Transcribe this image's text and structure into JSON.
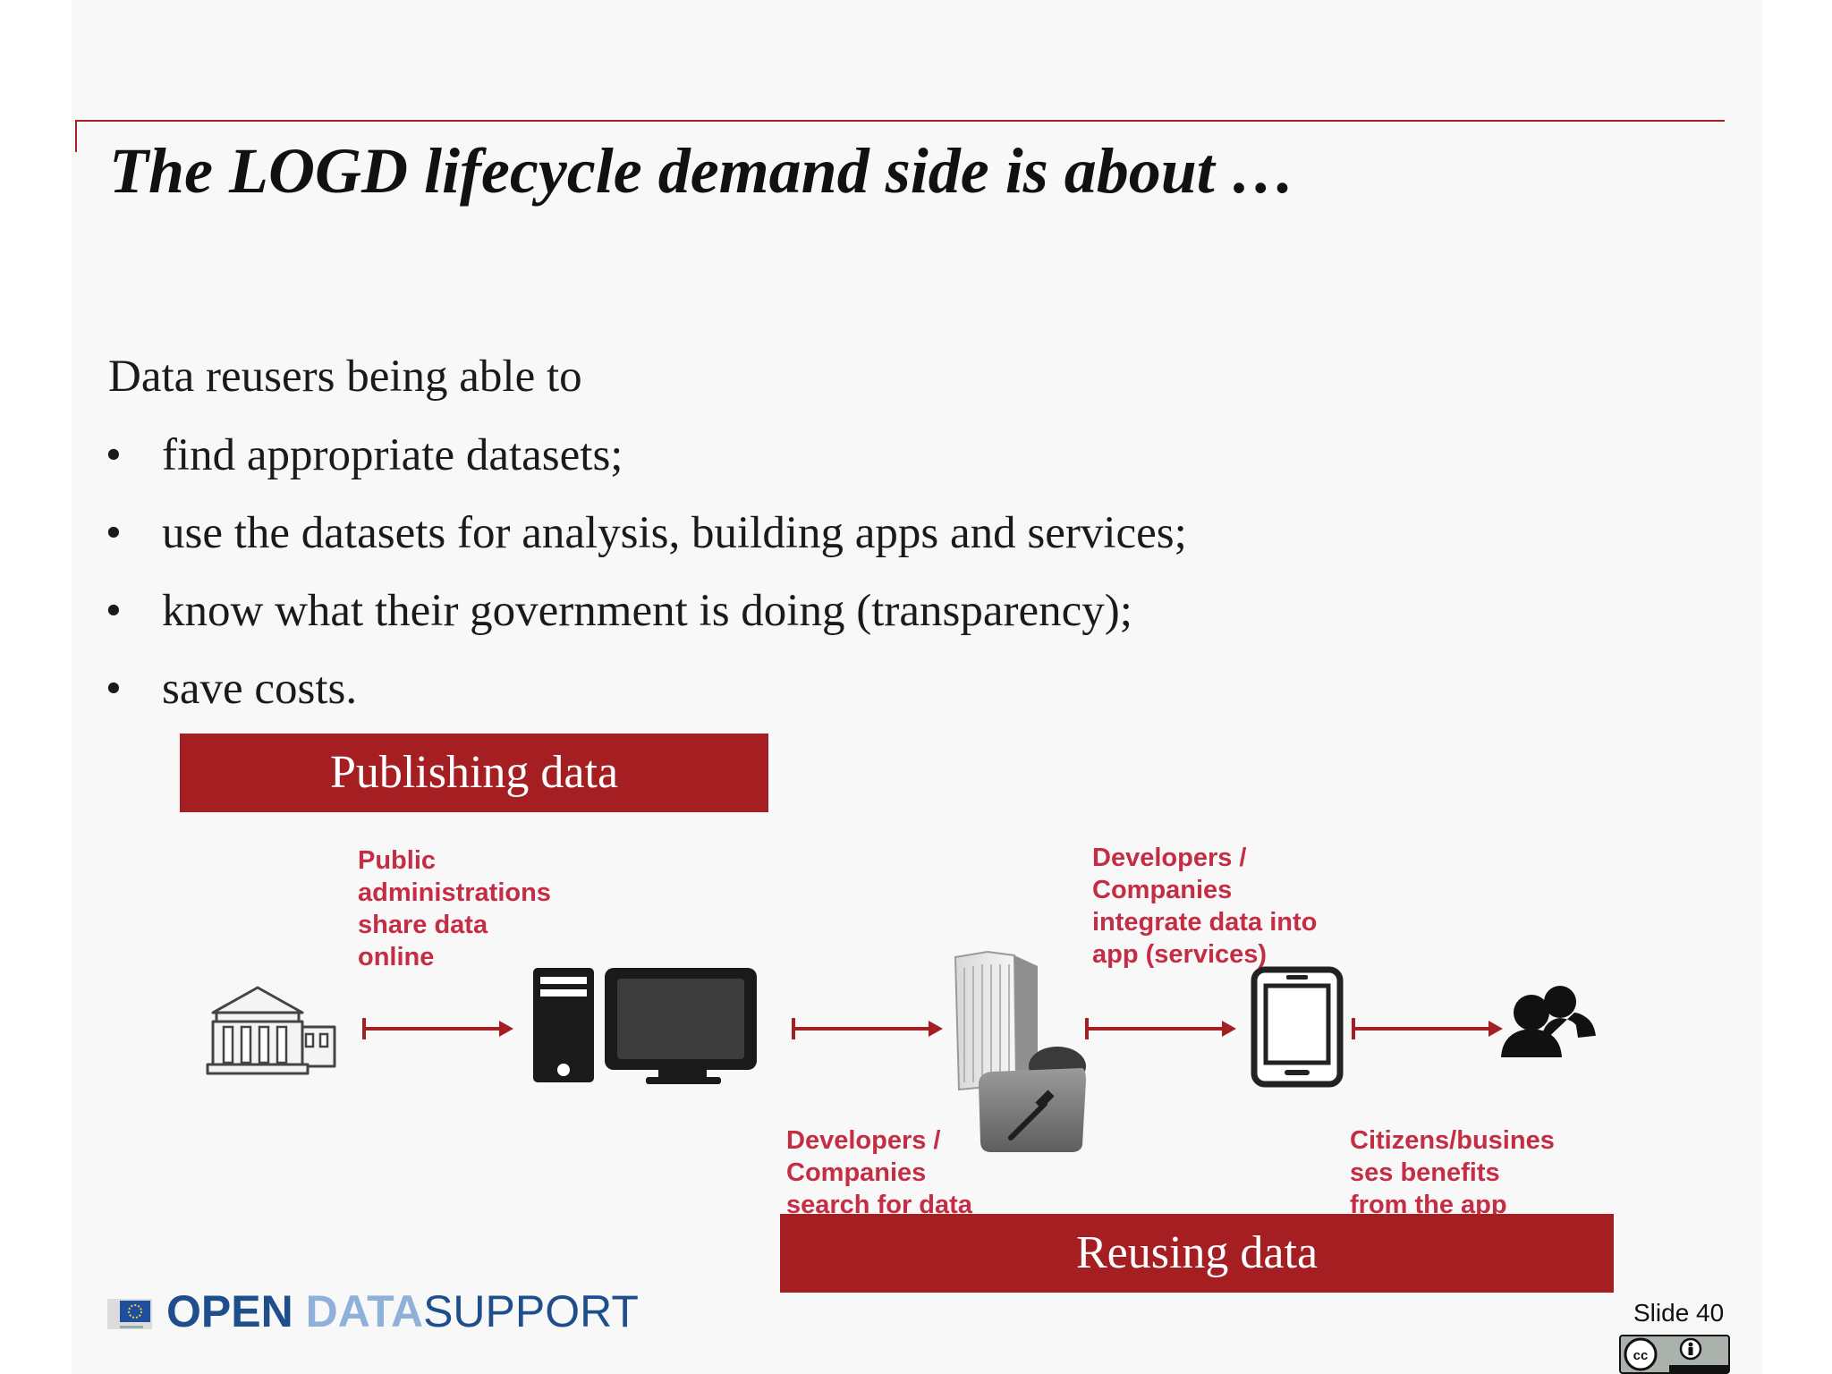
{
  "slide": {
    "title": "The LOGD lifecycle demand side is about …",
    "intro": "Data reusers being able to",
    "bullet_char": "•",
    "bullets": [
      "find appropriate datasets;",
      "use the datasets for analysis, building apps and services;",
      "know what their government is doing (transparency);",
      "save costs."
    ]
  },
  "diagram": {
    "publishing_label": "Publishing data",
    "reusing_label": "Reusing data",
    "captions": {
      "public_admin": "Public\nadministrations\nshare data\nonline",
      "developers_integrate": "Developers /\nCompanies\nintegrate data into\napp (services)",
      "developers_search": "Developers /\nCompanies\nsearch for data",
      "citizens": "Citizens/busines\nses  benefits\nfrom the app"
    },
    "icons": [
      "government-building-icon",
      "desktop-computer-icon",
      "data-repository-icon",
      "tablet-icon",
      "users-icon"
    ],
    "accent_color": "#a41e22",
    "caption_color": "#c42d44"
  },
  "footer": {
    "logo_open": "OPEN",
    "logo_data": "DATA",
    "logo_support": "SUPPORT",
    "slide_number": "Slide 40",
    "license_icon": "cc-by-icon"
  }
}
